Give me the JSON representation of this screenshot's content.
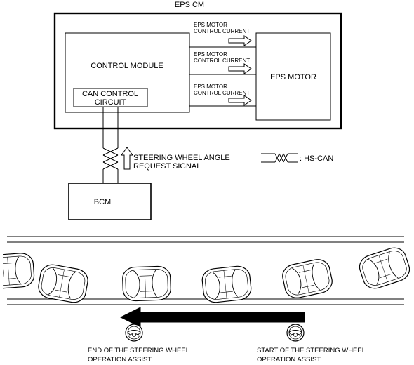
{
  "eps_cm": {
    "title": "EPS CM",
    "control_module_label": "CONTROL MODULE",
    "can_circuit_line1": "CAN CONTROL",
    "can_circuit_line2": "CIRCUIT",
    "eps_motor_label": "EPS MOTOR",
    "signals": [
      {
        "line1": "EPS MOTOR",
        "line2": "CONTROL CURRENT"
      },
      {
        "line1": "EPS MOTOR",
        "line2": "CONTROL CURRENT"
      },
      {
        "line1": "EPS MOTOR",
        "line2": "CONTROL CURRENT"
      }
    ]
  },
  "request_signal": {
    "line1": "STEERING WHEEL ANGLE",
    "line2": "REQUEST SIGNAL"
  },
  "legend": {
    "hs_can_label": ": HS-CAN"
  },
  "bcm_label": "BCM",
  "road": {
    "start_line1": "START OF THE STEERING WHEEL",
    "start_line2": "OPERATION ASSIST",
    "end_line1": "END OF THE STEERING WHEEL",
    "end_line2": "OPERATION ASSIST"
  }
}
